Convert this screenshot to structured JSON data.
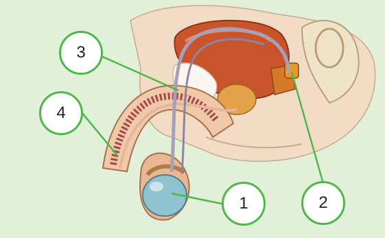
{
  "callouts": [
    {
      "id": "c1",
      "text": "1"
    },
    {
      "id": "c2",
      "text": "2"
    },
    {
      "id": "c3",
      "text": "3"
    },
    {
      "id": "c4",
      "text": "4"
    }
  ],
  "colors": {
    "background": "#e2efd9",
    "callout_border": "#4cb848",
    "leader_line": "#4cb848",
    "bladder": "#c9532a",
    "tissue": "#f3dcc6",
    "testis": "#8fc3cf",
    "duct": "#a8a0b8"
  }
}
